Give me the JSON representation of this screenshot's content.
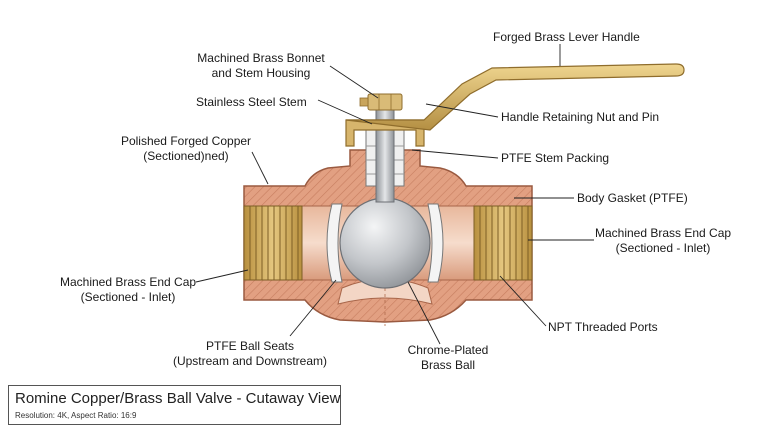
{
  "title": "Romine Copper/Brass Ball Valve - Cutaway View",
  "subtitle": "Resolution: 4K, Aspect Ratio: 16:9",
  "labels": {
    "lever_handle": "Forged Brass Lever Handle",
    "bonnet_l1": "Machined Brass Bonnet",
    "bonnet_l2": "and Stem Housing",
    "stem": "Stainless Steel Stem",
    "retaining_nut": "Handle Retaining Nut and Pin",
    "copper_l1": "Polished Forged Copper",
    "copper_l2": "(Sectioned)ned)",
    "stem_packing": "PTFE Stem Packing",
    "body_gasket": "Body Gasket (PTFE)",
    "endcap_right_l1": "Machined Brass End Cap",
    "endcap_right_l2": "(Sectioned - Inlet)",
    "endcap_left_l1": "Machined Brass End Cap",
    "endcap_left_l2": "(Sectioned - Inlet)",
    "npt_ports": "NPT Threaded Ports",
    "ball_seats_l1": "PTFE Ball Seats",
    "ball_seats_l2": "(Upstream and Downstream)",
    "ball_l1": "Chrome-Plated",
    "ball_l2": "Brass Ball"
  },
  "colors": {
    "copper": "#e2a082",
    "copper_dark": "#b8664a",
    "bore": "#f1cdb8",
    "brass": "#d7b56c",
    "brass_dark": "#8f6d2c",
    "steel": "#b9bcc0",
    "ball": "#c8cacd",
    "ptfe": "#f2f2f2",
    "leader": "#222222"
  }
}
